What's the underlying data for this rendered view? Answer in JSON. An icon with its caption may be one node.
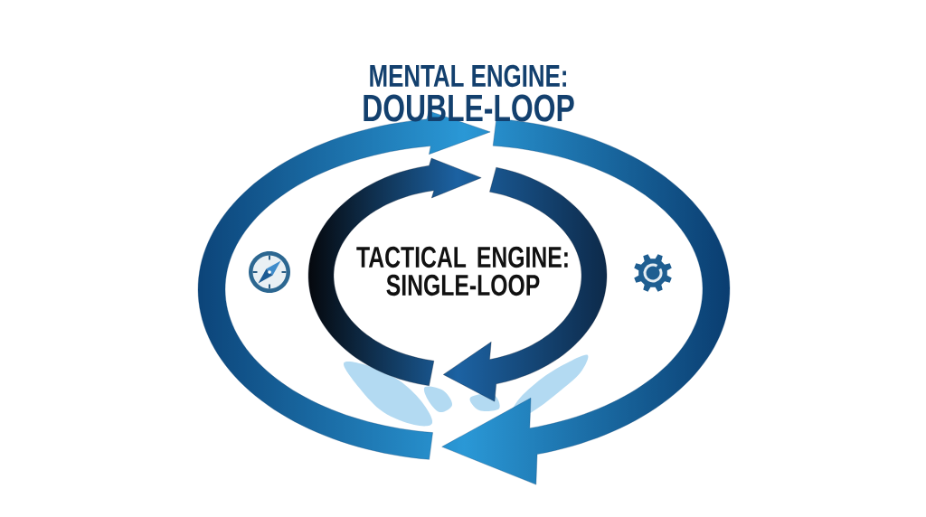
{
  "diagram": {
    "nodes": [
      {
        "text": [
          "MENTAL ENGINE:",
          "DOUBLE-LOOP"
        ]
      },
      {
        "text": [
          "TACTICAL ENGINE: SINGLE-LOOP"
        ],
        "in": 0
      }
    ]
  }
}
